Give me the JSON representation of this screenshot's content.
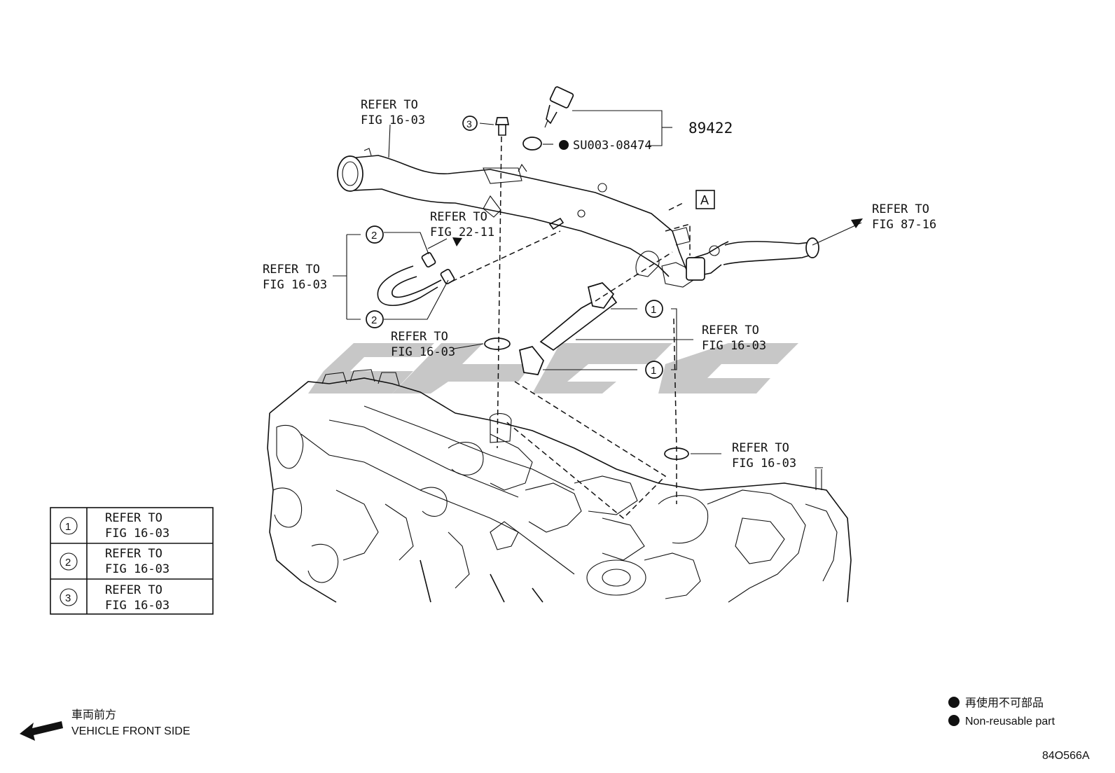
{
  "diagram": {
    "callouts": {
      "top_left": [
        "REFER TO",
        "FIG 16-03"
      ],
      "fig_22_11": [
        "REFER TO",
        "FIG 22-11"
      ],
      "left_hose": [
        "REFER TO",
        "FIG 16-03"
      ],
      "middle_ring": [
        "REFER TO",
        "FIG 16-03"
      ],
      "right_pipe": [
        "REFER TO",
        "FIG 87-16"
      ],
      "right_hose": [
        "REFER TO",
        "FIG 16-03"
      ],
      "lower_ring": [
        "REFER TO",
        "FIG 16-03"
      ]
    },
    "part_number": "89422",
    "sub_part": "SU003-08474",
    "view_marker": "A",
    "item_numbers": [
      "1",
      "2",
      "3"
    ],
    "legend_table": [
      {
        "num": "1",
        "line1": "REFER TO",
        "line2": "FIG 16-03"
      },
      {
        "num": "2",
        "line1": "REFER TO",
        "line2": "FIG 16-03"
      },
      {
        "num": "3",
        "line1": "REFER TO",
        "line2": "FIG 16-03"
      }
    ],
    "front_side": {
      "japanese": "車両前方",
      "english": "VEHICLE FRONT SIDE"
    },
    "non_reusable": {
      "japanese": "再使用不可部品",
      "english": "Non-reusable part"
    },
    "diagram_code": "84O566A"
  }
}
